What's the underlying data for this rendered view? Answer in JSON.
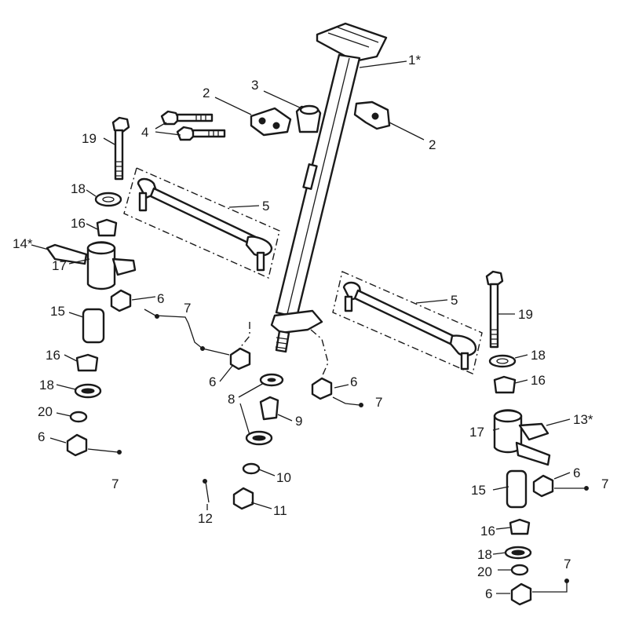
{
  "labels": {
    "steering_column": "1*",
    "bracket_upper": "2",
    "bracket_right": "2",
    "bushing": "3",
    "bolts": "4",
    "tie_rod_left": "5",
    "tie_rod_right": "5",
    "nut_left_tie": "6",
    "nut_center_left": "6",
    "nut_center_right": "6",
    "nut_right_knuckle": "6",
    "nut_left_bottom": "6",
    "nut_right_bottom": "6",
    "pin_left_tie": "7",
    "pin_center_right": "7",
    "pin_right_knuckle": "7",
    "pin_left_bottom": "7",
    "pin_right_bottom": "7",
    "washer_pair": "8",
    "column_bushing": "9",
    "column_washer": "10",
    "column_nut": "11",
    "column_pin": "12",
    "knuckle_right": "13*",
    "knuckle_left": "14*",
    "sleeve_left": "15",
    "sleeve_right": "15",
    "bushing_left_top": "16",
    "bushing_left_bottom": "16",
    "bushing_right_top": "16",
    "bushing_right_bottom": "16",
    "kingpin_left_label": "17",
    "kingpin_right_label": "17",
    "seal_left_top": "18",
    "seal_left_bottom": "18",
    "seal_right_top": "18",
    "seal_right_bottom": "18",
    "bolt_left": "19",
    "bolt_right": "19",
    "washer_left": "20",
    "washer_right": "20"
  }
}
